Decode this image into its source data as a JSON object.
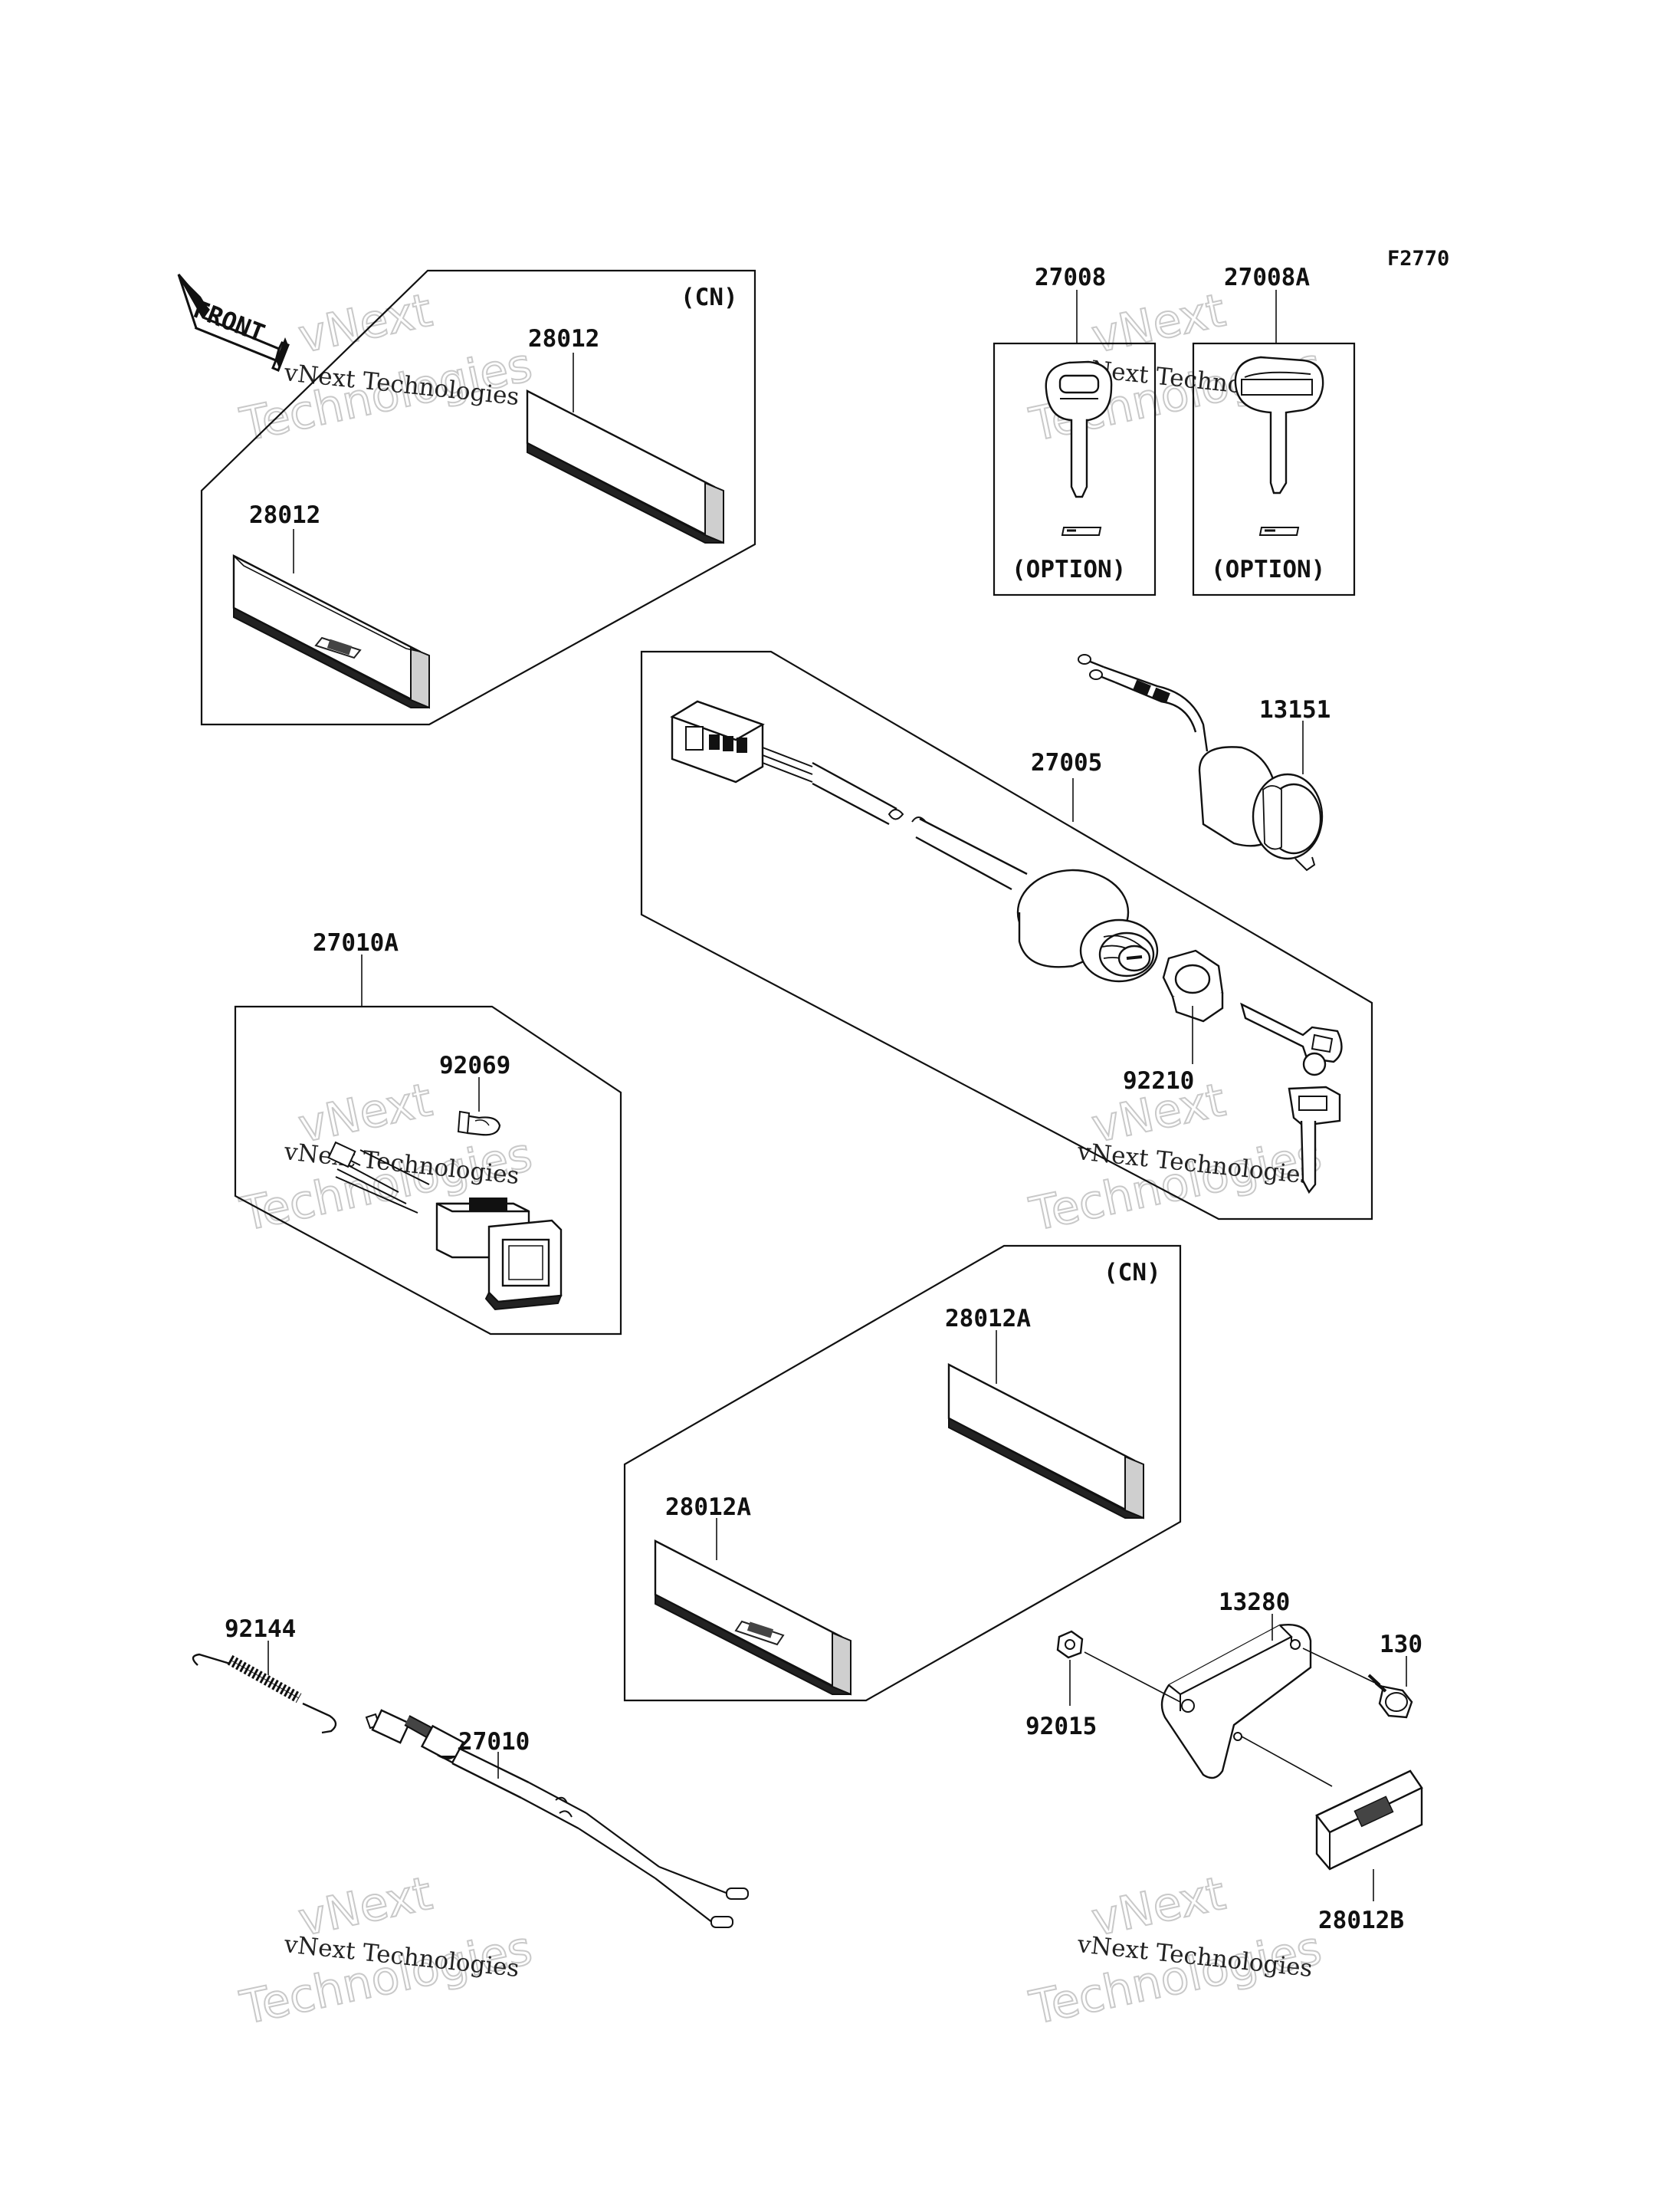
{
  "figure_code": "F2770",
  "front_arrow": "FRONT",
  "groups": {
    "cn_top": "(CN)",
    "cn_mid": "(CN)",
    "option_left": "(OPTION)",
    "option_right": "(OPTION)"
  },
  "parts": {
    "p28012_top": "28012",
    "p28012_bottom": "28012",
    "p27008": "27008",
    "p27008A": "27008A",
    "p13151": "13151",
    "p27005": "27005",
    "p92210": "92210",
    "p27010A": "27010A",
    "p92069": "92069",
    "p28012A_top": "28012A",
    "p28012A_bottom": "28012A",
    "p92144": "92144",
    "p27010": "27010",
    "p13280": "13280",
    "p130": "130",
    "p92015": "92015",
    "p28012B": "28012B"
  },
  "watermarks": [
    {
      "line1": "vNext Technologies",
      "line2": "vNext",
      "line3": "Technologies"
    },
    {
      "line1": "vNext Technologies",
      "line2": "vNext",
      "line3": "Technologies"
    },
    {
      "line1": "vNext Technologies",
      "line2": "vNext",
      "line3": "Technologies"
    },
    {
      "line1": "vNext Technologies",
      "line2": "vNext",
      "line3": "Technologies"
    },
    {
      "line1": "vNext Technologies",
      "line2": "vNext",
      "line3": "Technologies"
    },
    {
      "line1": "vNext Technologies",
      "line2": "vNext",
      "line3": "Technologies"
    }
  ]
}
